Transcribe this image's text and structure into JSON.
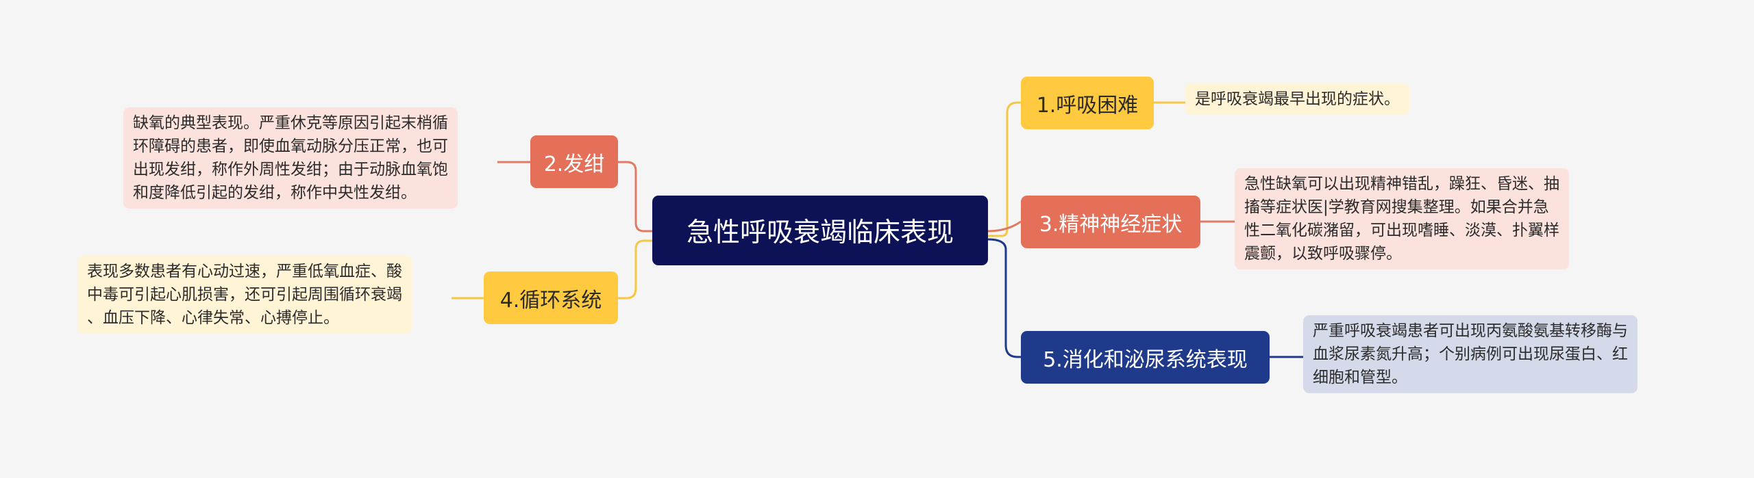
{
  "root": {
    "title": "急性呼吸衰竭临床表现"
  },
  "branches": [
    {
      "id": "b1",
      "label": "1.呼吸困难",
      "fill": "#ffc940",
      "text_color": "#2b2b2b",
      "link_color": "#f5c842",
      "leaf_fill": "#fff4d6",
      "leaf_lines": [
        "是呼吸衰竭最早出现的症状。"
      ]
    },
    {
      "id": "b2",
      "label": "2.发绀",
      "fill": "#e4705a",
      "text_color": "#ffffff",
      "link_color": "#e07a63",
      "leaf_fill": "#fbe2dc",
      "leaf_lines": [
        "缺氧的典型表现。严重休克等原因引起末梢循",
        "环障碍的患者，即使血氧动脉分压正常，也可",
        "出现发绀，称作外周性发绀；由于动脉血氧饱",
        "和度降低引起的发绀，称作中央性发绀。"
      ]
    },
    {
      "id": "b3",
      "label": "3.精神神经症状",
      "fill": "#e4705a",
      "text_color": "#ffffff",
      "link_color": "#e07a63",
      "leaf_fill": "#fbe2dc",
      "leaf_lines": [
        "急性缺氧可以出现精神错乱，躁狂、昏迷、抽",
        "搐等症状医|学教育网搜集整理。如果合并急",
        "性二氧化碳潴留，可出现嗜睡、淡漠、扑翼样",
        "震颤，以致呼吸骤停。"
      ]
    },
    {
      "id": "b4",
      "label": "4.循环系统",
      "fill": "#ffc940",
      "text_color": "#2b2b2b",
      "link_color": "#f5c842",
      "leaf_fill": "#fff4d6",
      "leaf_lines": [
        "表现多数患者有心动过速，严重低氧血症、酸",
        "中毒可引起心肌损害，还可引起周围循环衰竭",
        "、血压下降、心律失常、心搏停止。"
      ]
    },
    {
      "id": "b5",
      "label": "5.消化和泌尿系统表现",
      "fill": "#1f3a8a",
      "text_color": "#ffffff",
      "link_color": "#1f3a8a",
      "leaf_fill": "#d4daea",
      "leaf_lines": [
        "严重呼吸衰竭患者可出现丙氨酸氨基转移酶与",
        "血浆尿素氮升高；个别病例可出现尿蛋白、红",
        "细胞和管型。"
      ]
    }
  ],
  "colors": {
    "background": "#f5f5f5",
    "root_fill": "#0d1257",
    "root_link": "#0d1257"
  }
}
